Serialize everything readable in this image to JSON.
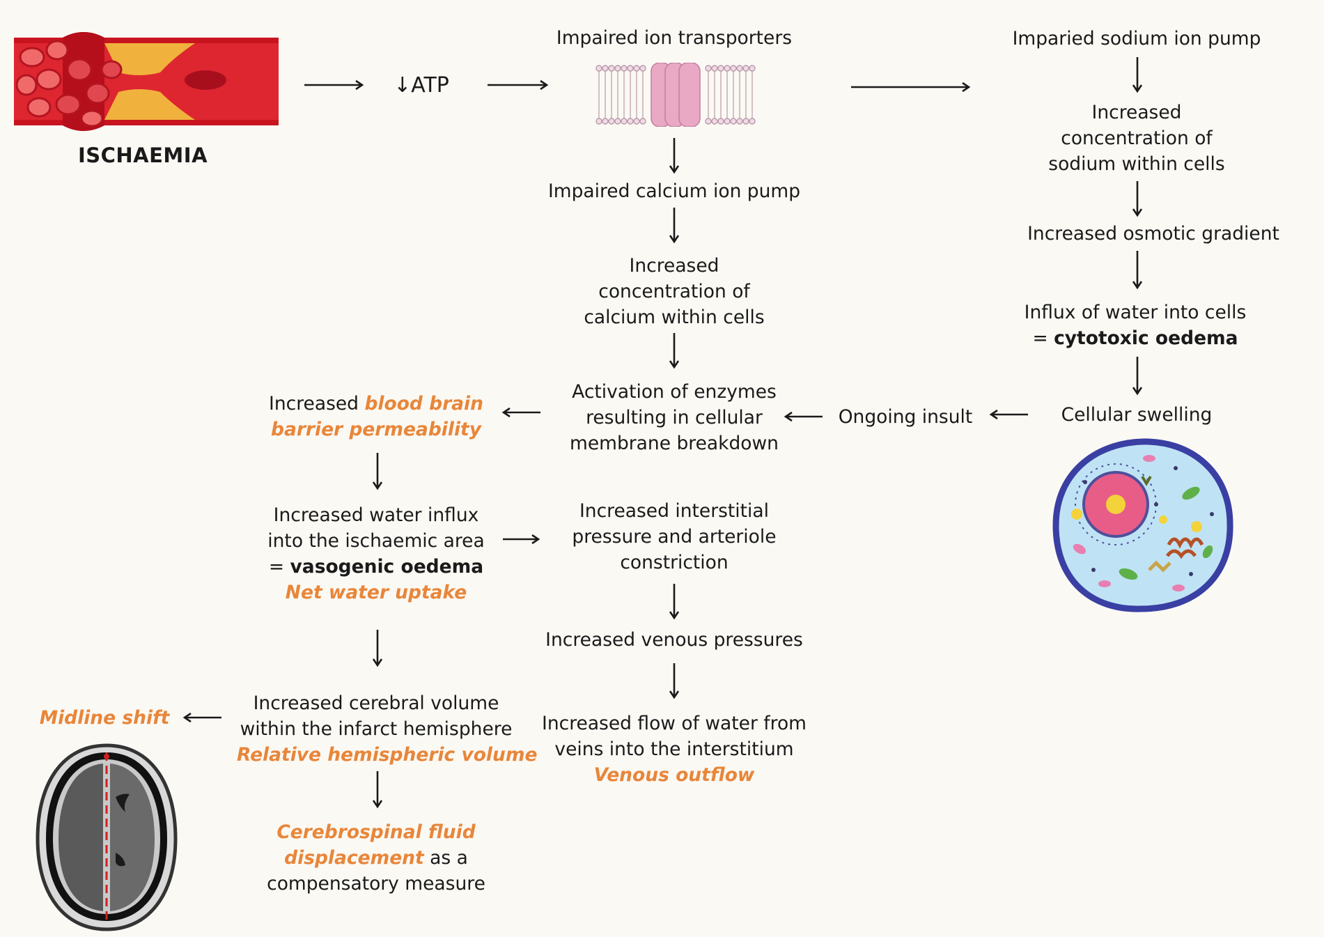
{
  "ischaemia": {
    "label": "ISCHAEMIA",
    "icon": "blocked-artery-icon"
  },
  "atp": {
    "label": "↓ATP"
  },
  "col_center": {
    "impaired_ion_transporters": "Impaired ion transporters",
    "impaired_calcium_pump": "Impaired calcium ion pump",
    "increased_calcium": [
      "Increased",
      "concentration of",
      "calcium within cells"
    ],
    "activation_enzymes": [
      "Activation of enzymes",
      "resulting in cellular",
      "membrane breakdown"
    ],
    "interstitial_pressure": [
      "Increased interstitial",
      "pressure and arteriole",
      "constriction"
    ],
    "venous_pressures": "Increased venous pressures",
    "flow_water": [
      "Increased flow of water from",
      "veins into the interstitium"
    ],
    "venous_outflow": "Venous outflow"
  },
  "col_right": {
    "sodium_pump": "Imparied sodium ion pump",
    "increased_sodium": [
      "Increased",
      "concentration of",
      "sodium within cells"
    ],
    "osmotic_gradient": "Increased osmotic gradient",
    "influx_water": "Influx of water into cells",
    "cytotoxic_prefix": "= ",
    "cytotoxic": "cytotoxic oedema",
    "cellular_swelling": "Cellular swelling",
    "ongoing_insult": "Ongoing insult"
  },
  "col_left": {
    "bbb_prefix": "Increased ",
    "bbb_line1_highlight": "blood brain",
    "bbb_line2_highlight": "barrier permeability",
    "water_influx": [
      "Increased water influx",
      "into the ischaemic area"
    ],
    "vasogenic_prefix": "= ",
    "vasogenic": "vasogenic oedema",
    "net_water_uptake": "Net water uptake",
    "cerebral_volume": [
      "Increased cerebral volume",
      "within the infarct hemisphere"
    ],
    "relative_volume": "Relative hemispheric volume",
    "csf_line1": "Cerebrospinal fluid",
    "csf_line2_highlight": "displacement",
    "csf_line2_rest": " as a",
    "csf_line3": "compensatory measure",
    "midline_shift": "Midline shift"
  },
  "colors": {
    "highlight": "#e8863a",
    "background": "#fbf9f4",
    "artery": "#d71f2b",
    "plaque": "#f0b23c",
    "membrane_protein": "#e9a8c4",
    "cell_body": "#bfe3f5",
    "cell_border": "#3a3fa3"
  }
}
